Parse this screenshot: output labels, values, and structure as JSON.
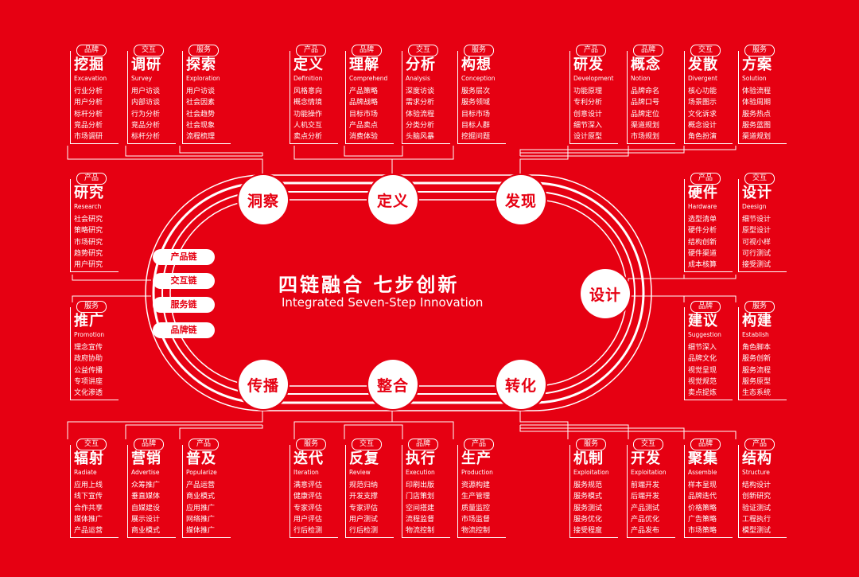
{
  "center": {
    "title": "四链融合 七步创新",
    "subtitle": "Integrated Seven-Step Innovation"
  },
  "chains": [
    "产品链",
    "交互链",
    "服务链",
    "品牌链"
  ],
  "steps": [
    "洞察",
    "定义",
    "发现",
    "设计",
    "转化",
    "整合",
    "传播"
  ],
  "cards": [
    {
      "tag": "品牌",
      "title": "挖掘",
      "en": "Excavation",
      "items": [
        "行业分析",
        "用户分析",
        "标杆分析",
        "竞品分析",
        "市场调研"
      ]
    },
    {
      "tag": "交互",
      "title": "调研",
      "en": "Survey",
      "items": [
        "用户访谈",
        "内部访谈",
        "行为分析",
        "竞品分析",
        "标杆分析"
      ]
    },
    {
      "tag": "服务",
      "title": "探索",
      "en": "Exploration",
      "items": [
        "用户访谈",
        "社会因素",
        "社会趋势",
        "社会现象",
        "流程梳理"
      ]
    },
    {
      "tag": "产品",
      "title": "定义",
      "en": "Definition",
      "items": [
        "风格意向",
        "概念情境",
        "功能操作",
        "人机交互",
        "卖点分析"
      ]
    },
    {
      "tag": "品牌",
      "title": "理解",
      "en": "Comprehend",
      "items": [
        "产品策略",
        "品牌战略",
        "目标市场",
        "产品卖点",
        "消费体验"
      ]
    },
    {
      "tag": "交互",
      "title": "分析",
      "en": "Analysis",
      "items": [
        "深度访谈",
        "需求分析",
        "体验流程",
        "分类分析",
        "头脑风暴"
      ]
    },
    {
      "tag": "服务",
      "title": "构想",
      "en": "Conception",
      "items": [
        "服务层次",
        "服务领域",
        "目标市场",
        "目标人群",
        "挖掘问题"
      ]
    },
    {
      "tag": "产品",
      "title": "研发",
      "en": "Development",
      "items": [
        "功能原理",
        "专利分析",
        "创意设计",
        "细节深入",
        "设计原型"
      ]
    },
    {
      "tag": "品牌",
      "title": "概念",
      "en": "Notion",
      "items": [
        "品牌命名",
        "品牌口号",
        "品牌定位",
        "渠道规划",
        "市场规划"
      ]
    },
    {
      "tag": "交互",
      "title": "发散",
      "en": "Divergent",
      "items": [
        "核心功能",
        "场景图示",
        "文化诉求",
        "概念设计",
        "角色扮演"
      ]
    },
    {
      "tag": "服务",
      "title": "方案",
      "en": "Solution",
      "items": [
        "体验流程",
        "体验周期",
        "服务热点",
        "服务蓝图",
        "渠道规划"
      ]
    },
    {
      "tag": "产品",
      "title": "研究",
      "en": "Research",
      "items": [
        "社会研究",
        "策略研究",
        "市场研究",
        "趋势研究",
        "用户研究"
      ]
    },
    {
      "tag": "服务",
      "title": "推广",
      "en": "Promotion",
      "items": [
        "理念宣传",
        "政府协助",
        "公益传播",
        "专项讲座",
        "文化渗透"
      ]
    },
    {
      "tag": "产品",
      "title": "硬件",
      "en": "Hardware",
      "items": [
        "选型清单",
        "硬件分析",
        "结构创新",
        "硬件渠道",
        "成本核算"
      ]
    },
    {
      "tag": "交互",
      "title": "设计",
      "en": "Deesign",
      "items": [
        "细节设计",
        "原型设计",
        "可视小样",
        "可行测试",
        "接受测试"
      ]
    },
    {
      "tag": "品牌",
      "title": "建议",
      "en": "Suggestion",
      "items": [
        "细节深入",
        "品牌文化",
        "视觉呈现",
        "视觉规范",
        "卖点提炼"
      ]
    },
    {
      "tag": "服务",
      "title": "构建",
      "en": "Establish",
      "items": [
        "角色脚本",
        "服务创新",
        "服务流程",
        "服务原型",
        "生态系统"
      ]
    },
    {
      "tag": "交互",
      "title": "辐射",
      "en": "Radiate",
      "items": [
        "应用上线",
        "线下宣传",
        "合作共享",
        "媒体推广",
        "产品运营"
      ]
    },
    {
      "tag": "品牌",
      "title": "营销",
      "en": "Advertise",
      "items": [
        "众筹推广",
        "垂直媒体",
        "自媒建设",
        "展示设计",
        "商业模式"
      ]
    },
    {
      "tag": "产品",
      "title": "普及",
      "en": "Popularize",
      "items": [
        "产品运营",
        "商业模式",
        "应用推广",
        "网络推广",
        "媒体推广"
      ]
    },
    {
      "tag": "服务",
      "title": "迭代",
      "en": "Iteration",
      "items": [
        "满意评估",
        "健康评估",
        "专家评估",
        "用户评估",
        "行后检测"
      ]
    },
    {
      "tag": "交互",
      "title": "反复",
      "en": "Review",
      "items": [
        "规范归纳",
        "开发支撑",
        "专家评估",
        "用户测试",
        "行后检测"
      ]
    },
    {
      "tag": "品牌",
      "title": "执行",
      "en": "Execution",
      "items": [
        "印刷出版",
        "门店策划",
        "空间搭建",
        "流程监督",
        "物流控制"
      ]
    },
    {
      "tag": "产品",
      "title": "生产",
      "en": "Production",
      "items": [
        "资源构建",
        "生产管理",
        "质量监控",
        "市场监督",
        "物流控制"
      ]
    },
    {
      "tag": "服务",
      "title": "机制",
      "en": "Exploitation",
      "items": [
        "服务规范",
        "服务模式",
        "服务测试",
        "服务优化",
        "接受程度"
      ]
    },
    {
      "tag": "交互",
      "title": "开发",
      "en": "Exploitation",
      "items": [
        "前端开发",
        "后端开发",
        "产品测试",
        "产品优化",
        "产品发布"
      ]
    },
    {
      "tag": "品牌",
      "title": "聚集",
      "en": "Assemble",
      "items": [
        "样本呈现",
        "品牌迭代",
        "价格策略",
        "广告策略",
        "市场策略"
      ]
    },
    {
      "tag": "产品",
      "title": "结构",
      "en": "Structure",
      "items": [
        "结构设计",
        "创新研究",
        "验证测试",
        "工程执行",
        "模型测试"
      ]
    }
  ]
}
